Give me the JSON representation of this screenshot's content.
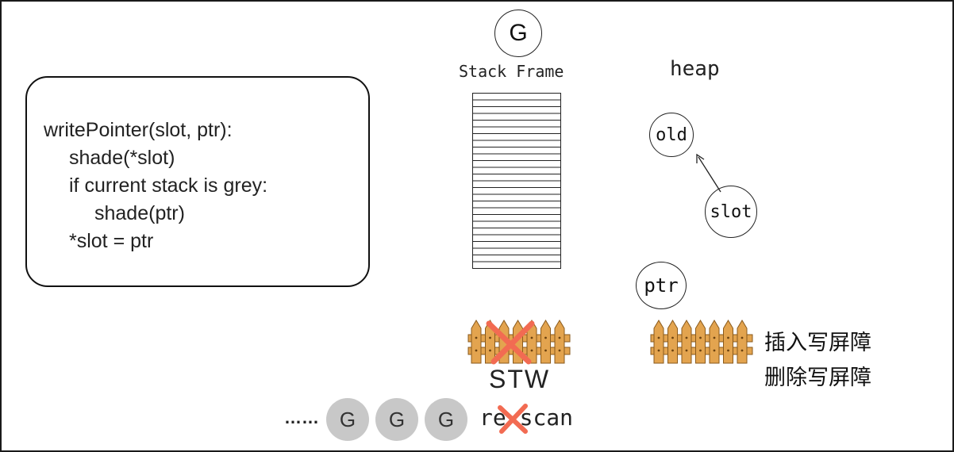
{
  "code": {
    "lines": [
      "writePointer(slot, ptr):",
      "shade(*slot)",
      "if current stack is grey:",
      "shade(ptr)",
      "*slot = ptr"
    ]
  },
  "goroutine": {
    "label": "G",
    "stack_label": "Stack Frame"
  },
  "heap": {
    "label": "heap",
    "nodes": {
      "old": "old",
      "slot": "slot",
      "ptr": "ptr"
    }
  },
  "barriers": {
    "stw_label": "STW",
    "insert_label": "插入写屏障",
    "delete_label": "删除写屏障",
    "fence_color": "#e3a44f",
    "cross_color": "#f26b52"
  },
  "rescan": {
    "ellipsis": "……",
    "goroutines": [
      "G",
      "G",
      "G"
    ],
    "text_pre": "re-",
    "text_struck": "s",
    "text_post": "can"
  }
}
